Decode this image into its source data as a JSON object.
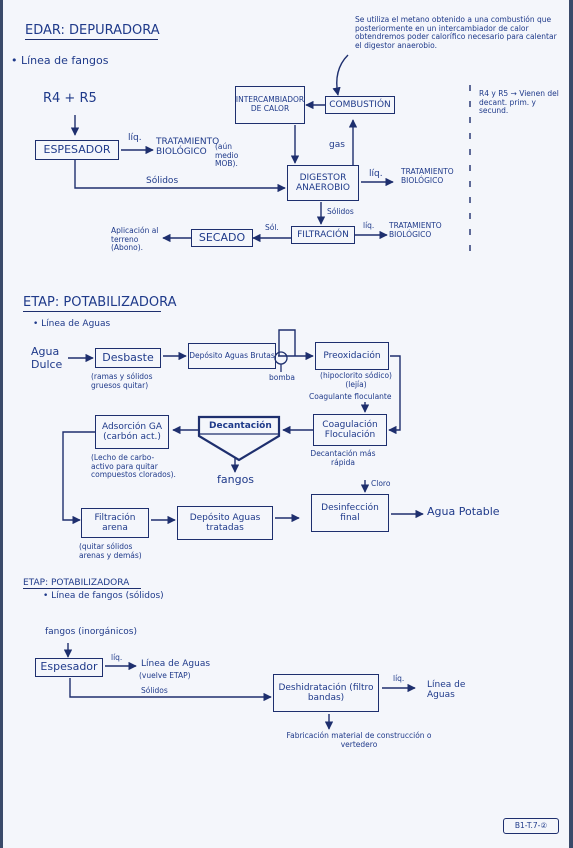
{
  "edar": {
    "title": "EDAR: DEPURADORA",
    "bullet_lodos": "Línea de fangos",
    "r4r5": "R4 + R5",
    "espesador": "ESPESADOR",
    "liq1": "líq.",
    "tratamiento_bio": "TRATAMIENTO BIOLÓGICO",
    "tratamiento_bio_note": "(aún medio MOB).",
    "solidos1": "Sólidos",
    "intercambiador": "INTERCAMBIADOR DE CALOR",
    "combustion": "COMBUSTIÓN",
    "gas": "gas",
    "digestor": "DIGESTOR ANAEROBIO",
    "liq2": "líq.",
    "tratamiento_bio2": "TRATAMIENTO BIOLÓGICO",
    "solidos2": "Sólidos",
    "filtracion": "FILTRACIÓN",
    "liq3": "líq.",
    "tratamiento_bio3": "TRATAMIENTO BIOLÓGICO",
    "sol": "Sól.",
    "secado": "SECADO",
    "aplicacion": "Aplicación al terreno (Abono).",
    "note_metano": "Se utiliza el metano obtenido a una combustión que posteriormente en un intercambiador de calor obtendremos poder calorífico necesario para calentar el digestor anaerobio.",
    "note_r4r5": "R4 y R5 → Vienen del decant. prim. y secund."
  },
  "etap": {
    "title": "ETAP: POTABILIZADORA",
    "bullet_aguas": "Línea de Aguas",
    "agua_dulce": "Agua Dulce",
    "desbaste": "Desbaste",
    "desbaste_note": "(ramas y sólidos gruesos quitar)",
    "deposito_brutas": "Depósito Aguas Brutas",
    "bomba": "bomba",
    "preoxidacion": "Preoxidación",
    "preox_note": "(hipoclorito sódico) (lejía)",
    "coagulante": "Coagulante floculante",
    "coagulacion": "Coagulación Floculación",
    "decantacion_note": "Decantación más rápida",
    "decantacion": "Decantación",
    "fangos": "fangos",
    "adsorcion": "Adsorción GA (carbón act.)",
    "adsorcion_note": "(Lecho de carbo- activo para quitar compuestos clorados).",
    "cloro": "Cloro",
    "desinfeccion": "Desinfección final",
    "agua_potable": "Agua Potable",
    "filtracion_arena": "Filtración arena",
    "filtracion_note": "(quitar sólidos arenas y demás)",
    "deposito_tratadas": "Depósito Aguas tratadas"
  },
  "etap2": {
    "title": "ETAP: POTABILIZADORA",
    "bullet_fangos": "Línea de fangos (sólidos)",
    "fangos_inorg": "fangos (inorgánicos)",
    "espesador": "Espesador",
    "liq1": "líq.",
    "linea_aguas": "Línea de Aguas",
    "vuelve": "(vuelve ETAP)",
    "solidos": "Sólidos",
    "deshidratacion": "Deshidratación (filtro bandas)",
    "liq2": "líq.",
    "linea_aguas2": "Línea de Aguas",
    "fabricacion": "Fabricación material de construcción o vertedero"
  },
  "footer": {
    "page_ref": "B1-T.7-②"
  }
}
